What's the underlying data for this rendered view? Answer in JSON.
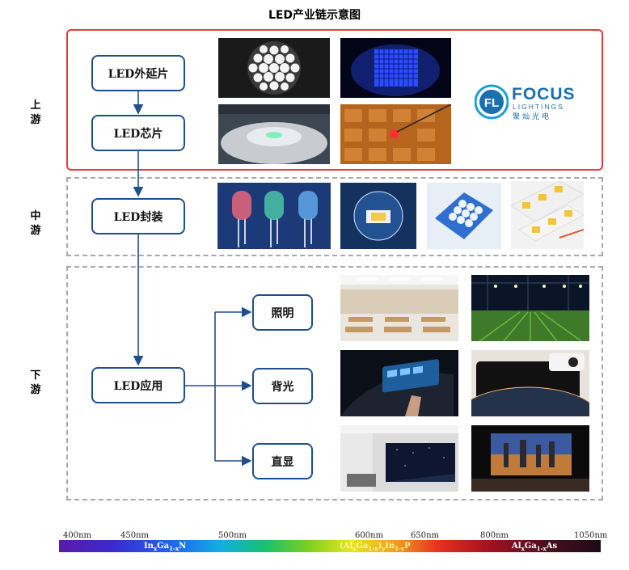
{
  "title": "LED产业链示意图",
  "stages": {
    "upstream": "上游",
    "midstream": "中游",
    "downstream": "下游"
  },
  "boxes": {
    "epitaxy": "LED外延片",
    "chip": "LED芯片",
    "packaging": "LED封装",
    "application": "LED应用",
    "lighting": "照明",
    "backlight": "背光",
    "direct_display": "直显"
  },
  "logo": {
    "brand": "FOCUS",
    "sub": "LIGHTINGS",
    "cn": "聚灿光电",
    "initials": "FL"
  },
  "spectrum": {
    "ticks": [
      "400nm",
      "450nm",
      "500nm",
      "600nm",
      "650nm",
      "800nm",
      "1050nm"
    ],
    "bands": [
      {
        "pre": "In",
        "s1": "x",
        "mid": "Ga",
        "s2": "1-x",
        "post": "N"
      },
      {
        "pre": "(Al",
        "s1": "x",
        "mid": "Ga",
        "s2": "1-x",
        "post": ")",
        "s3": "y",
        "mid2": "In",
        "s4": "1-y",
        "end": "P"
      },
      {
        "pre": "Al",
        "s1": "x",
        "mid": "Ga",
        "s2": "1-x",
        "post": "As"
      }
    ]
  },
  "colors": {
    "accent": "#1f4e8c",
    "upstream_border": "#e53b3b",
    "dashed_border": "#a8a8a8"
  }
}
